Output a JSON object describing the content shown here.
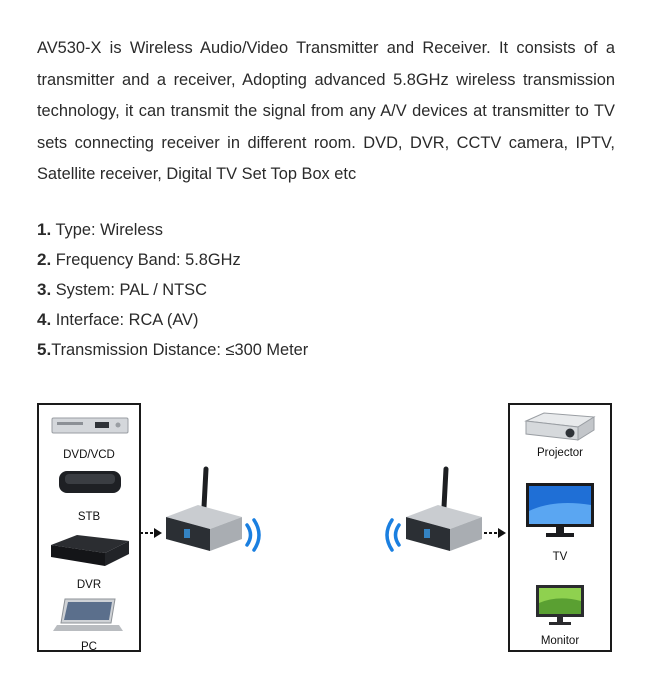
{
  "intro": "AV530-X is Wireless Audio/Video Transmitter and Receiver. It consists of a transmitter and a receiver, Adopting advanced 5.8GHz wireless transmission technology, it can transmit the signal from any A/V devices at transmitter to TV sets connecting receiver in different room. DVD, DVR, CCTV camera, IPTV, Satellite receiver, Digital TV Set Top Box etc",
  "specs": [
    {
      "num": "1.",
      "text": " Type: Wireless"
    },
    {
      "num": "2.",
      "text": " Frequency Band: 5.8GHz"
    },
    {
      "num": "3.",
      "text": " System: PAL / NTSC"
    },
    {
      "num": "4.",
      "text": " Interface: RCA (AV)"
    },
    {
      "num": "5.",
      "text": "Transmission Distance: ≤300 Meter"
    }
  ],
  "sources": [
    "DVD/VCD",
    "STB",
    "DVR",
    "PC"
  ],
  "displays": [
    "Projector",
    "TV",
    "Monitor"
  ],
  "colors": {
    "signal_wave": "#1a7fe0",
    "device_body": "#b8bcc0",
    "device_front": "#2b2f34"
  }
}
